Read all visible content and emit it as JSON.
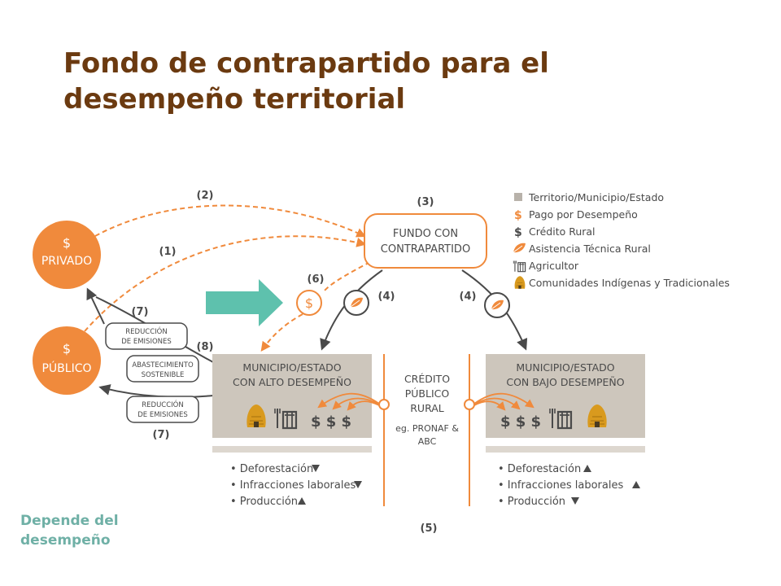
{
  "title": {
    "line1": "Fondo de contrapartido para el",
    "line2": "desempeño territorial"
  },
  "note": {
    "line1": "Depende del",
    "line2": "desempeño"
  },
  "colors": {
    "title": "#6b3a10",
    "orange": "#f08a3c",
    "gray_box": "#cdc6bc",
    "teal_arrow": "#5ec1ad",
    "dark": "#4a4a4a",
    "note": "#6fb0a6"
  },
  "diagram": {
    "privado": {
      "symbol": "$",
      "label": "PRIVADO"
    },
    "publico": {
      "symbol": "$",
      "label": "PÚBLICO"
    },
    "fondo": {
      "line1": "FUNDO CON",
      "line2": "CONTRAPARTIDO"
    },
    "step_labels": {
      "s1": "(1)",
      "s2": "(2)",
      "s3": "(3)",
      "s4a": "(4)",
      "s4b": "(4)",
      "s5": "(5)",
      "s6": "(6)",
      "s7a": "(7)",
      "s7b": "(7)",
      "s8": "(8)"
    },
    "pago_symbol": "$",
    "reduccion_top": {
      "line1": "REDUCCIÓN",
      "line2": "DE EMISIONES"
    },
    "abastecimiento": {
      "line1": "ABASTECIMIENTO",
      "line2": "SOSTENIBLE"
    },
    "reduccion_bottom": {
      "line1": "REDUCCIÓN",
      "line2": "DE EMISIONES"
    },
    "alto": {
      "line1": "MUNICIPIO/ESTADO",
      "line2": "CON ALTO DESEMPEÑO",
      "dollars": "$ $ $",
      "effects": [
        {
          "label": "• Deforestación",
          "trend": "down"
        },
        {
          "label": "• Infracciones laborales",
          "trend": "down"
        },
        {
          "label": "• Producción",
          "trend": "up"
        }
      ]
    },
    "bajo": {
      "line1": "MUNICIPIO/ESTADO",
      "line2": "CON BAJO DESEMPEÑO",
      "dollars": "$ $ $",
      "effects": [
        {
          "label": "• Deforestación",
          "trend": "up"
        },
        {
          "label": "•  Infracciones laborales",
          "trend": "up"
        },
        {
          "label": "• Producción",
          "trend": "down"
        }
      ]
    },
    "credito": {
      "line1": "CRÉDITO",
      "line2": "PÚBLICO",
      "line3": "RURAL",
      "line4": "eg. PRONAF &",
      "line5": "ABC"
    }
  },
  "legend": [
    {
      "icon": "gray-square-icon",
      "label": "Territorio/Municipio/Estado"
    },
    {
      "icon": "orange-dollar-icon",
      "label": "Pago por Desempeño"
    },
    {
      "icon": "dark-dollar-icon",
      "label": "Crédito Rural"
    },
    {
      "icon": "leaf-icon",
      "label": "Asistencia Técnica Rural"
    },
    {
      "icon": "farmer-icon",
      "label": "Agricultor"
    },
    {
      "icon": "hut-icon",
      "label": "Comunidades Indígenas y Tradicionales"
    }
  ]
}
